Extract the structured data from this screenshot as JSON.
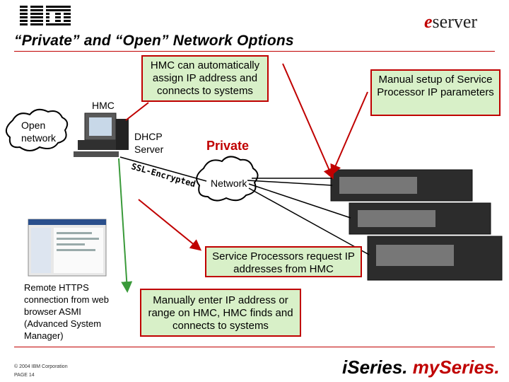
{
  "header": {
    "brand": "IBM",
    "server_logo_e": "e",
    "server_logo_text": "server",
    "title": "“Private” and “Open” Network Options"
  },
  "labels": {
    "hmc": "HMC",
    "open_network": "Open network",
    "dhcp_server": "DHCP Server",
    "private": "Private",
    "network": "Network",
    "ssl": "SSL-Encrypted",
    "remote_https": "Remote HTTPS connection from web browser ASMI (Advanced System Manager)"
  },
  "callouts": {
    "hmc_auto": "HMC can automatically assign IP address and connects to systems",
    "manual_setup": "Manual setup of Service Processor IP parameters",
    "sp_request": "Service Processors request IP addresses from HMC",
    "manual_enter": "Manually enter IP address or range on HMC, HMC finds and connects to systems"
  },
  "footer": {
    "copyright": "© 2004 IBM Corporation",
    "page": "PAGE 14",
    "brand_a": "iSeries.",
    "brand_b": "mySeries."
  },
  "colors": {
    "accent_red": "#c00000",
    "callout_fill": "#d8f0c8",
    "arrow_green": "#3a9a3a"
  }
}
